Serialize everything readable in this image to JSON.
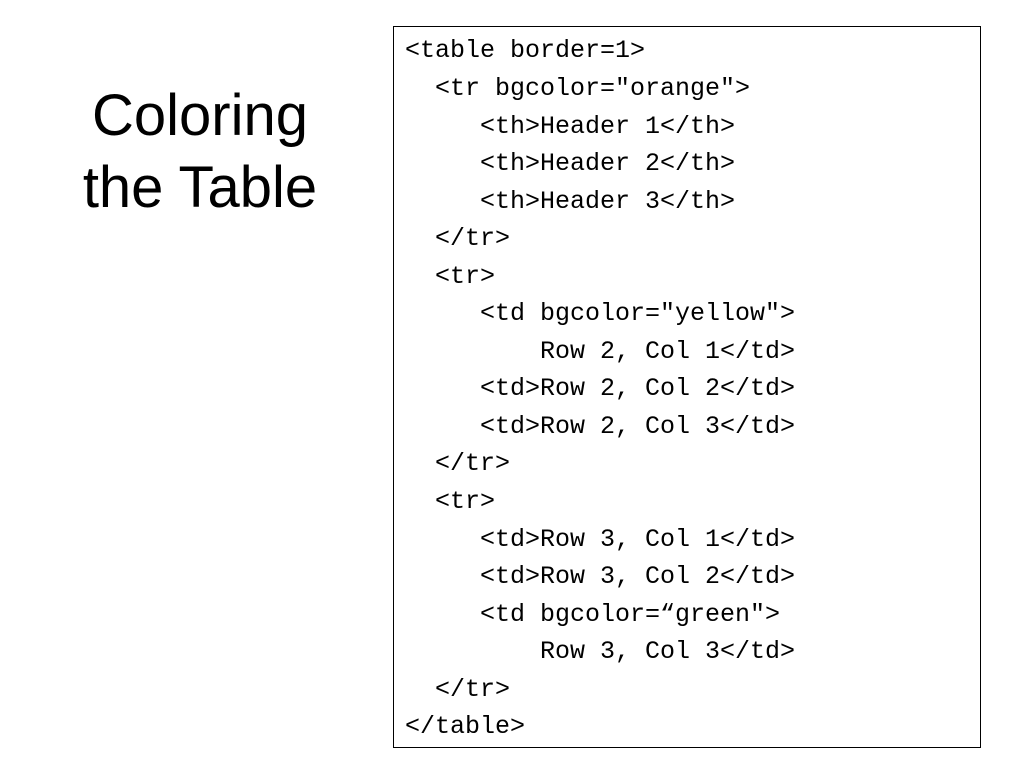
{
  "slide": {
    "title_lines": [
      "Coloring",
      "the Table"
    ],
    "code_lines": [
      "<table border=1>",
      "  <tr bgcolor=\"orange\">",
      "     <th>Header 1</th>",
      "     <th>Header 2</th>",
      "     <th>Header 3</th>",
      "  </tr>",
      "  <tr>",
      "     <td bgcolor=\"yellow\">",
      "         Row 2, Col 1</td>",
      "     <td>Row 2, Col 2</td>",
      "     <td>Row 2, Col 3</td>",
      "  </tr>",
      "  <tr>",
      "     <td>Row 3, Col 1</td>",
      "     <td>Row 3, Col 2</td>",
      "     <td bgcolor=“green\">",
      "         Row 3, Col 3</td>",
      "  </tr>",
      "</table>"
    ]
  }
}
